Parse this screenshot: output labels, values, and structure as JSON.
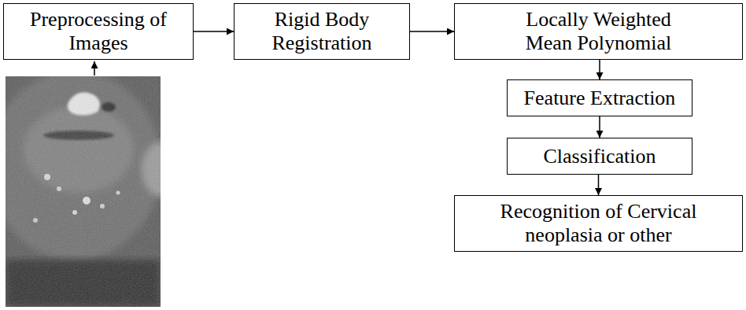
{
  "diagram": {
    "nodes": [
      {
        "text": [
          "Preprocessing of Images"
        ]
      },
      {
        "text": [
          "Rigid Body Registration"
        ]
      },
      {
        "text": [
          "Locally Weighted Mean Polynomial"
        ]
      },
      {
        "text": [
          "Feature Extraction"
        ]
      },
      {
        "text": [
          "Classification"
        ]
      },
      {
        "text": [
          "Recognition of Cervical neoplasia or other"
        ]
      }
    ],
    "edges": [
      {
        "from": 0,
        "to": 1,
        "arrow": "to"
      },
      {
        "from": 1,
        "to": 2,
        "arrow": "to"
      },
      {
        "from": 2,
        "to": 3,
        "arrow": "to"
      },
      {
        "from": 3,
        "to": 4,
        "arrow": "to"
      },
      {
        "from": 4,
        "to": 5,
        "arrow": "to"
      }
    ]
  }
}
